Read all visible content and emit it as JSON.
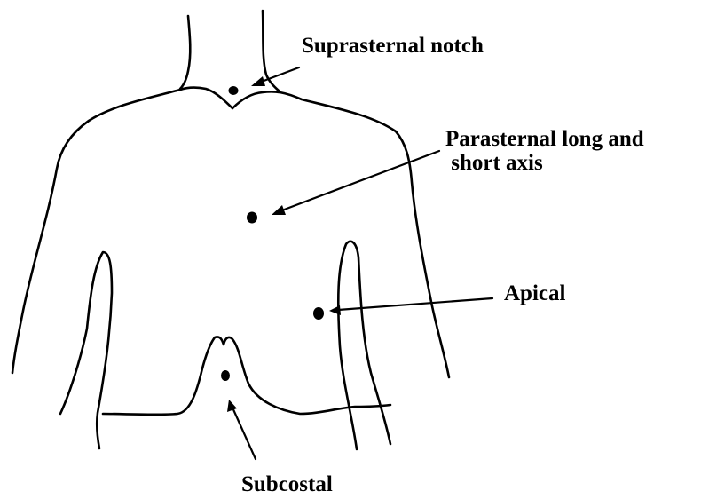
{
  "labels": {
    "suprasternal": "Suprasternal notch",
    "parasternal": "Parasternal long and\n short axis",
    "apical": "Apical",
    "subcostal": "Subcostal"
  },
  "colors": {
    "line": "#000000",
    "background": "#ffffff"
  }
}
